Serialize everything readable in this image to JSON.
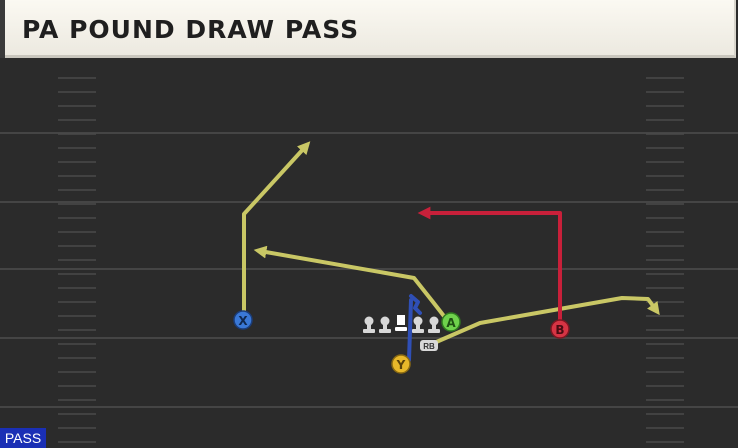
{
  "play": {
    "title": "PA POUND DRAW PASS",
    "mode": "PASS"
  },
  "receivers": [
    {
      "key": "X",
      "button_label": "X",
      "color": "#3a78d6"
    },
    {
      "key": "A",
      "button_label": "A",
      "color": "#6fd14c"
    },
    {
      "key": "B",
      "button_label": "B",
      "color": "#d63444"
    },
    {
      "key": "Y",
      "button_label": "Y",
      "color": "#e8b82a"
    }
  ],
  "route_colors": {
    "pass": "#c9c765",
    "hot": "#c8203a",
    "block": "#2f4fb6"
  },
  "backfield": {
    "rb_label": "RB"
  },
  "field_colors": {
    "turf": "#2b2b2b",
    "lines": "#454545",
    "hash": "#4a4a4a"
  }
}
